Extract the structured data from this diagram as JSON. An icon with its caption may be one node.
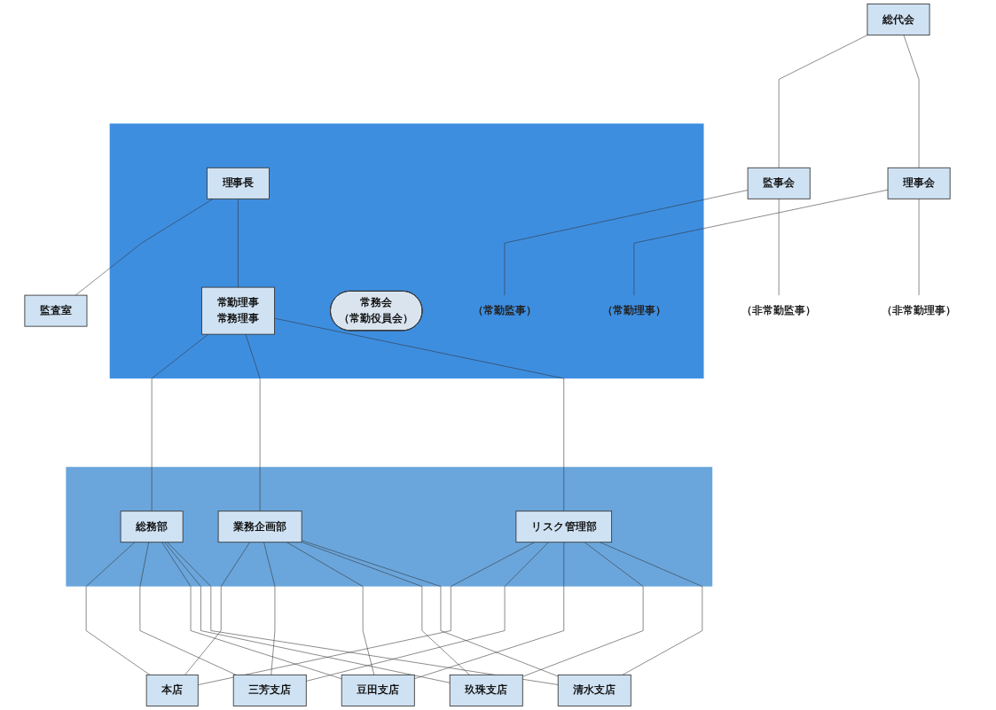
{
  "diagram": {
    "nodes": [
      {
        "text": [
          "（非常勤監事）"
        ]
      },
      {
        "text": [
          "監事会"
        ]
      },
      {
        "text": [
          "監査室"
        ]
      },
      {
        "text": [],
        "shape": "box"
      },
      {
        "text": [
          "（常勤監事）"
        ],
        "in": 3
      },
      {
        "text": [
          "常務会",
          "（常勤役員会）"
        ],
        "in": 3
      },
      {
        "text": [
          "（常勤理事）"
        ],
        "in": 3
      },
      {
        "text": [
          "理事長"
        ],
        "in": 3
      },
      {
        "text": [
          "常勤理事",
          "常務理事"
        ],
        "in": 3
      },
      {
        "text": [],
        "shape": "box"
      },
      {
        "text": [
          "総務部"
        ],
        "in": 9
      },
      {
        "text": [
          "業務企画部"
        ],
        "in": 9
      },
      {
        "text": [
          "リスク管理部"
        ],
        "in": 9
      },
      {
        "text": [
          "本店"
        ]
      },
      {
        "text": [
          "三芳支店"
        ]
      },
      {
        "text": [
          "豆田支店"
        ]
      },
      {
        "text": [
          "玖珠支店"
        ]
      },
      {
        "text": [
          "清水支店"
        ]
      },
      {
        "text": [
          "総代会"
        ]
      },
      {
        "text": [
          "理事会"
        ]
      },
      {
        "text": [
          "（非常勤理事）"
        ]
      }
    ],
    "edges": [
      {
        "from": 18,
        "to": 1,
        "arrow": "none"
      },
      {
        "from": 18,
        "to": 19,
        "arrow": "none"
      },
      {
        "from": 1,
        "to": 0,
        "arrow": "none"
      },
      {
        "from": 1,
        "to": 4,
        "arrow": "none"
      },
      {
        "from": 19,
        "to": 6,
        "arrow": "none"
      },
      {
        "from": 19,
        "to": 20,
        "arrow": "none"
      },
      {
        "from": 7,
        "to": 2,
        "arrow": "none"
      },
      {
        "from": 7,
        "to": 8,
        "arrow": "none"
      },
      {
        "from": 8,
        "to": 10,
        "arrow": "none"
      },
      {
        "from": 8,
        "to": 11,
        "arrow": "none"
      },
      {
        "from": 8,
        "to": 12,
        "arrow": "none"
      },
      {
        "from": 10,
        "to": 13,
        "arrow": "none"
      },
      {
        "from": 10,
        "to": 14,
        "arrow": "none"
      },
      {
        "from": 10,
        "to": 15,
        "arrow": "none"
      },
      {
        "from": 10,
        "to": 16,
        "arrow": "none"
      },
      {
        "from": 10,
        "to": 17,
        "arrow": "none"
      },
      {
        "from": 11,
        "to": 13,
        "arrow": "none"
      },
      {
        "from": 11,
        "to": 14,
        "arrow": "none"
      },
      {
        "from": 11,
        "to": 15,
        "arrow": "none"
      },
      {
        "from": 11,
        "to": 16,
        "arrow": "none"
      },
      {
        "from": 11,
        "to": 17,
        "arrow": "none"
      },
      {
        "from": 12,
        "to": 13,
        "arrow": "none"
      },
      {
        "from": 12,
        "to": 14,
        "arrow": "none"
      },
      {
        "from": 12,
        "to": 15,
        "arrow": "none"
      },
      {
        "from": 12,
        "to": 16,
        "arrow": "none"
      },
      {
        "from": 12,
        "to": 17,
        "arrow": "none"
      }
    ]
  }
}
